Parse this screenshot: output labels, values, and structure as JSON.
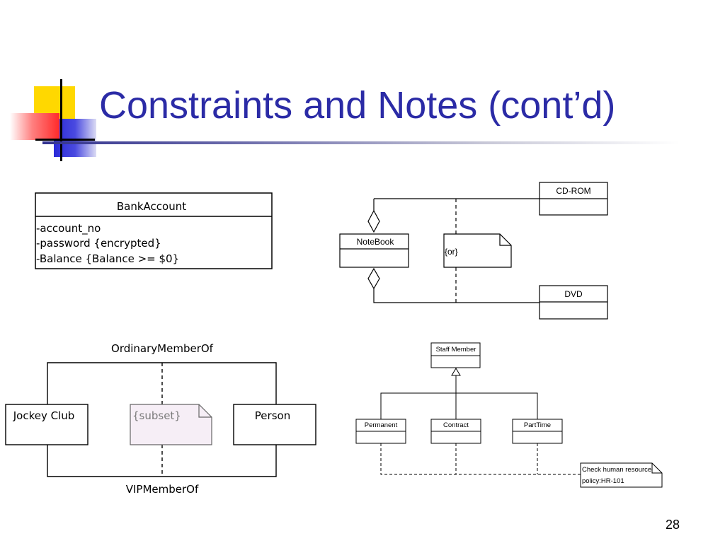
{
  "slide": {
    "title": "Constraints and Notes (cont’d)",
    "page_number": "28",
    "colors": {
      "title": "#2b2ba6",
      "deco_yellow": "#ffd800",
      "deco_red": "#ff3a3a",
      "deco_blue": "#2a2ad8"
    }
  },
  "bank_account": {
    "class_name": "BankAccount",
    "attributes": [
      "-account_no",
      "-password {encrypted}",
      "-Balance {Balance >= $0}"
    ]
  },
  "or_constraint": {
    "classes": {
      "cdrom": "CD-ROM",
      "notebook": "NoteBook",
      "dvd": "DVD"
    },
    "note": "{or}"
  },
  "subset_constraint": {
    "classes": {
      "club": "Jockey Club",
      "person": "Person"
    },
    "associations": {
      "top": "OrdinaryMemberOf",
      "bottom": "VIPMemberOf"
    },
    "note": "{subset}"
  },
  "staff": {
    "parent": "Staff Member",
    "children": [
      "Permanent",
      "Contract",
      "PartTime"
    ],
    "note_lines": [
      "Check human resource",
      "policy:HR-101"
    ]
  }
}
